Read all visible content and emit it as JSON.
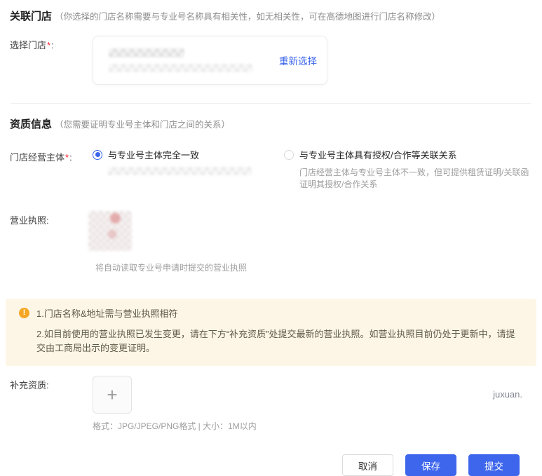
{
  "colors": {
    "accent": "#3D66EC",
    "link": "#3D66EC",
    "warning_bg": "#FDF6E7",
    "warning_icon": "#F5A623",
    "required_mark": "#F5222D"
  },
  "section_store": {
    "title": "关联门店",
    "note": "（你选择的门店名称需要与专业号名称具有相关性，如无相关性，可在高德地图进行门店名称修改）",
    "field_label": "选择门店",
    "required_mark": "*",
    "colon": ":",
    "reselect_link": "重新选择"
  },
  "section_qualification": {
    "title": "资质信息",
    "note": "（您需要证明专业号主体和门店之间的关系）",
    "subject": {
      "label": "门店经营主体",
      "required_mark": "*",
      "colon": ":",
      "options": [
        {
          "label": "与专业号主体完全一致",
          "selected": true
        },
        {
          "label": "与专业号主体具有授权/合作等关联关系",
          "selected": false,
          "hint": "门店经营主体与专业号主体不一致，但可提供租赁证明/关联函证明其授权/合作关系"
        }
      ]
    },
    "license": {
      "label": "营业执照:",
      "hint": "将自动读取专业号申请时提交的营业执照"
    },
    "notice": {
      "icon": "!",
      "line1": "1.门店名称&地址需与营业执照相符",
      "line2": "2.如目前使用的营业执照已发生变更，请在下方“补充资质”处提交最新的营业执照。如营业执照目前仍处于更新中，请提交由工商局出示的变更证明。"
    },
    "supplement": {
      "label": "补充资质:",
      "plus_icon": "+",
      "format_hint": "格式：JPG/JPEG/PNG格式 | 大小：1M以内"
    }
  },
  "footer": {
    "cancel_label": "取消",
    "save_label": "保存",
    "submit_label": "提交"
  },
  "watermark": "juxuan."
}
